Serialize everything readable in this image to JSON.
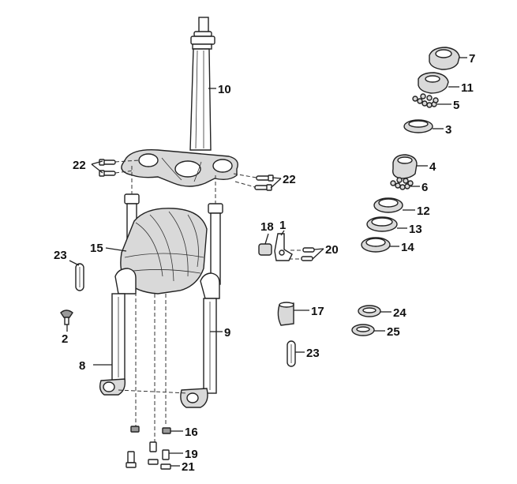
{
  "callouts": [
    {
      "id": "10",
      "text": "10"
    },
    {
      "id": "7",
      "text": "7"
    },
    {
      "id": "11",
      "text": "11"
    },
    {
      "id": "5",
      "text": "5"
    },
    {
      "id": "3",
      "text": "3"
    },
    {
      "id": "4",
      "text": "4"
    },
    {
      "id": "6",
      "text": "6"
    },
    {
      "id": "12",
      "text": "12"
    },
    {
      "id": "13",
      "text": "13"
    },
    {
      "id": "14",
      "text": "14"
    },
    {
      "id": "22a",
      "text": "22"
    },
    {
      "id": "22b",
      "text": "22"
    },
    {
      "id": "18",
      "text": "18"
    },
    {
      "id": "1",
      "text": "1"
    },
    {
      "id": "20",
      "text": "20"
    },
    {
      "id": "15",
      "text": "15"
    },
    {
      "id": "23a",
      "text": "23"
    },
    {
      "id": "17",
      "text": "17"
    },
    {
      "id": "24",
      "text": "24"
    },
    {
      "id": "25",
      "text": "25"
    },
    {
      "id": "2",
      "text": "2"
    },
    {
      "id": "9",
      "text": "9"
    },
    {
      "id": "23b",
      "text": "23"
    },
    {
      "id": "8",
      "text": "8"
    },
    {
      "id": "16",
      "text": "16"
    },
    {
      "id": "19",
      "text": "19"
    },
    {
      "id": "21",
      "text": "21"
    }
  ]
}
